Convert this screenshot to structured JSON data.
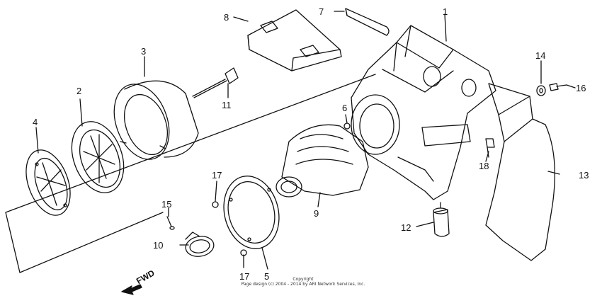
{
  "parts": [
    {
      "id": "1",
      "label": "1"
    },
    {
      "id": "2",
      "label": "2"
    },
    {
      "id": "3",
      "label": "3"
    },
    {
      "id": "4",
      "label": "4"
    },
    {
      "id": "5",
      "label": "5"
    },
    {
      "id": "6",
      "label": "6"
    },
    {
      "id": "7",
      "label": "7"
    },
    {
      "id": "8",
      "label": "8"
    },
    {
      "id": "9",
      "label": "9"
    },
    {
      "id": "10",
      "label": "10"
    },
    {
      "id": "11",
      "label": "11"
    },
    {
      "id": "12",
      "label": "12"
    },
    {
      "id": "13",
      "label": "13"
    },
    {
      "id": "14",
      "label": "14"
    },
    {
      "id": "15",
      "label": "15"
    },
    {
      "id": "16",
      "label": "16"
    },
    {
      "id": "17a",
      "label": "17"
    },
    {
      "id": "17b",
      "label": "17"
    },
    {
      "id": "18",
      "label": "18"
    }
  ],
  "direction_label": "FWD",
  "copyright": {
    "line1": "Copyright",
    "line2": "Page design (c) 2004 - 2014 by ARI Network Services, Inc."
  }
}
